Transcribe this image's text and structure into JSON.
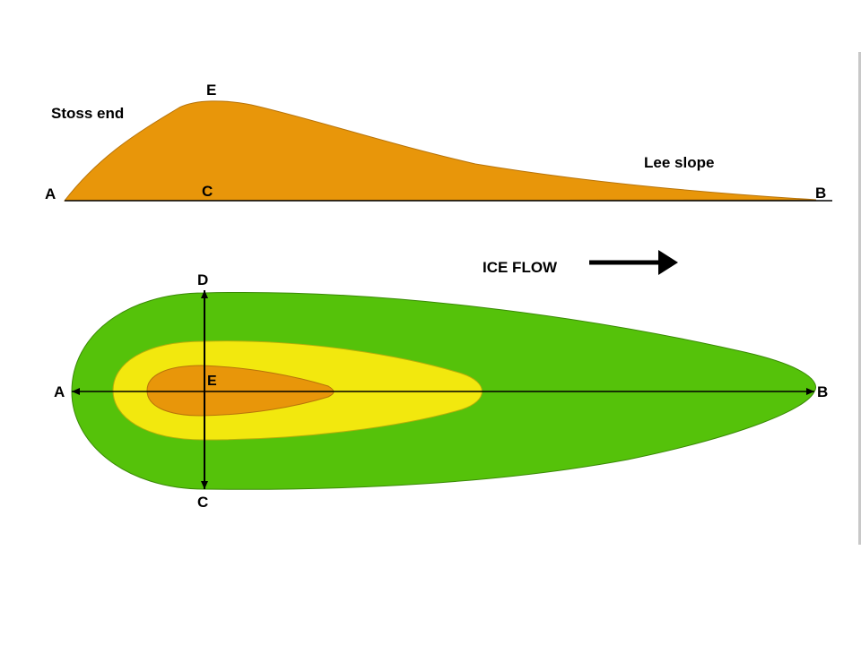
{
  "profile": {
    "point_a": "A",
    "point_b": "B",
    "point_c": "C",
    "point_e": "E",
    "stoss_label": "Stoss end",
    "lee_label": "Lee slope"
  },
  "plan": {
    "point_a": "A",
    "point_b": "B",
    "point_c": "C",
    "point_d": "D",
    "point_e": "E",
    "ice_flow_label": "ICE FLOW"
  },
  "colors": {
    "orange": "#e8960a",
    "yellow": "#f2e80e",
    "green": "#55c20a",
    "ink": "#000000"
  }
}
